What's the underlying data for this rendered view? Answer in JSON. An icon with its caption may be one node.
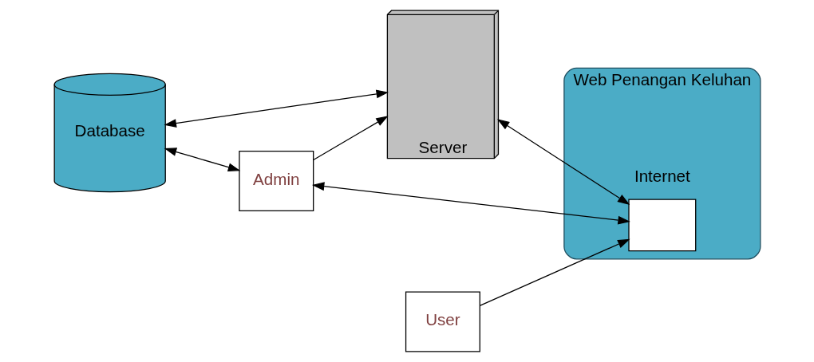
{
  "diagram": {
    "nodes": [
      {
        "text": [
          "Database"
        ]
      },
      {
        "text": [
          "Server"
        ]
      },
      {
        "text": [
          "Web Penangan Keluhan",
          "Internet"
        ]
      },
      {
        "text": [],
        "shape": "box",
        "in": 2
      },
      {
        "text": [
          "User"
        ]
      },
      {
        "text": [
          "Admin"
        ]
      }
    ],
    "edges": [
      {
        "from": 0,
        "to": 1,
        "arrow": "both"
      },
      {
        "from": 1,
        "to": 3,
        "arrow": "both"
      },
      {
        "from": 4,
        "to": 3,
        "arrow": "to"
      },
      {
        "from": 5,
        "to": 3,
        "arrow": "both"
      },
      {
        "from": 0,
        "to": 5,
        "arrow": "both"
      },
      {
        "from": 5,
        "to": 1,
        "arrow": "to"
      }
    ]
  }
}
